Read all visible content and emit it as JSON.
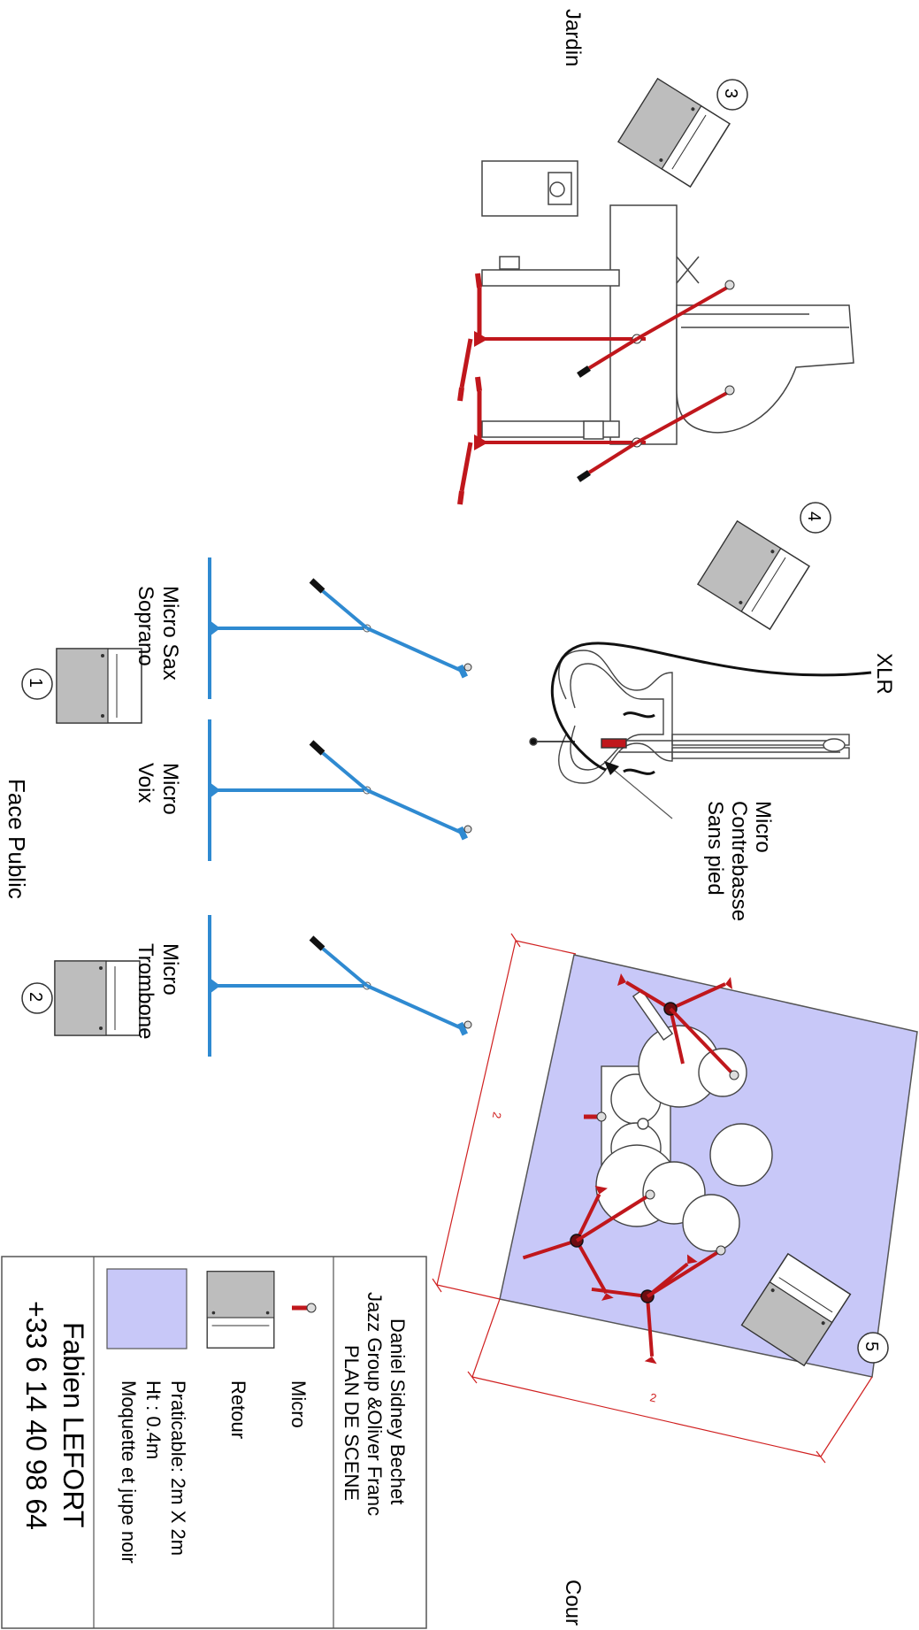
{
  "sides": {
    "jardin": "Jardin",
    "cour": "Cour",
    "face_public": "Face Public"
  },
  "monitors": {
    "m1": "1",
    "m2": "2",
    "m3": "3",
    "m4": "4",
    "m5": "5"
  },
  "mic_labels": {
    "sax": [
      "Micro Sax",
      "Soprano"
    ],
    "voix": [
      "Micro",
      "Voix"
    ],
    "trombone": [
      "Micro",
      "Trombone"
    ],
    "contrebasse": [
      "Micro",
      "Contrebasse",
      "Sans pied"
    ],
    "xlr": "XLR"
  },
  "dimensions": {
    "riser_width": "2",
    "riser_depth": "2"
  },
  "legend": {
    "title": [
      "Daniel Sidney Bechet",
      "Jazz Group &Oliver Franc",
      "PLAN DE SCENE"
    ],
    "micro": "Micro",
    "retour": "Retour",
    "praticable": [
      "Praticable: 2m X 2m",
      "Ht : 0.4m",
      "Moquette et jupe noir"
    ]
  },
  "contact": {
    "name": "Fabien LEFORT",
    "phone": "+33 6 14 40 98 64"
  },
  "colors": {
    "mic_red": "#c0171c",
    "mic_blue": "#2f8ad1",
    "riser": "#c8c8f8",
    "wedge_gray": "#bdbdbd",
    "dim_red": "#d02020"
  }
}
